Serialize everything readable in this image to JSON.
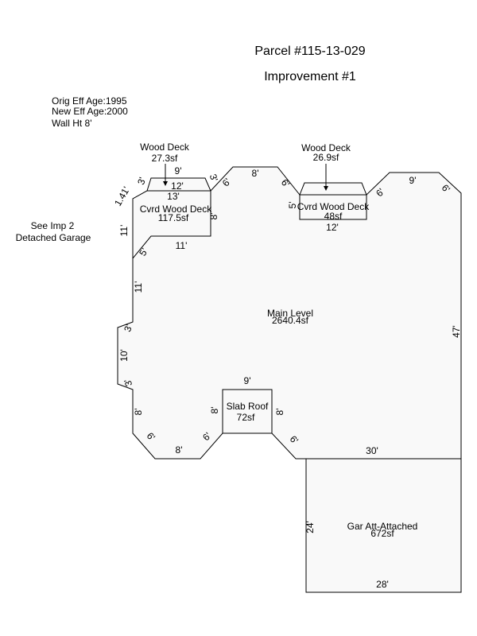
{
  "header": {
    "parcel": "Parcel #115-13-029",
    "improvement": "Improvement #1"
  },
  "notes": {
    "orig_eff_age": "Orig Eff Age:1995",
    "new_eff_age": "New Eff Age:2000",
    "wall_height": "Wall Ht 8'"
  },
  "areas": {
    "main": {
      "name": "Main Level",
      "size": "2640.4sf"
    },
    "cvrd_deck_left": {
      "name": "Cvrd Wood Deck",
      "size": "117.5sf"
    },
    "cvrd_deck_right": {
      "name": "Cvrd Wood Deck",
      "size": "48sf"
    },
    "deck_left": {
      "name": "Wood Deck",
      "size": "27.3sf"
    },
    "deck_right": {
      "name": "Wood Deck",
      "size": "26.9sf"
    },
    "slab_roof": {
      "name": "Slab Roof",
      "size": "72sf"
    },
    "garage": {
      "name": "Gar Att-Attached",
      "size": "672sf"
    }
  },
  "see_imp": {
    "line1": "See Imp 2",
    "line2": "Detached Garage"
  },
  "dims": {
    "d3": "3'",
    "d5": "5'",
    "d6": "6'",
    "d8": "8'",
    "d9": "9'",
    "d10": "10'",
    "d11": "11'",
    "d12": "12'",
    "d13": "13'",
    "d24": "24'",
    "d28": "28'",
    "d30": "30'",
    "d47": "47'",
    "d141": "1.41'"
  },
  "colors": {
    "fill": "#f9f9f9",
    "line": "#000000"
  }
}
